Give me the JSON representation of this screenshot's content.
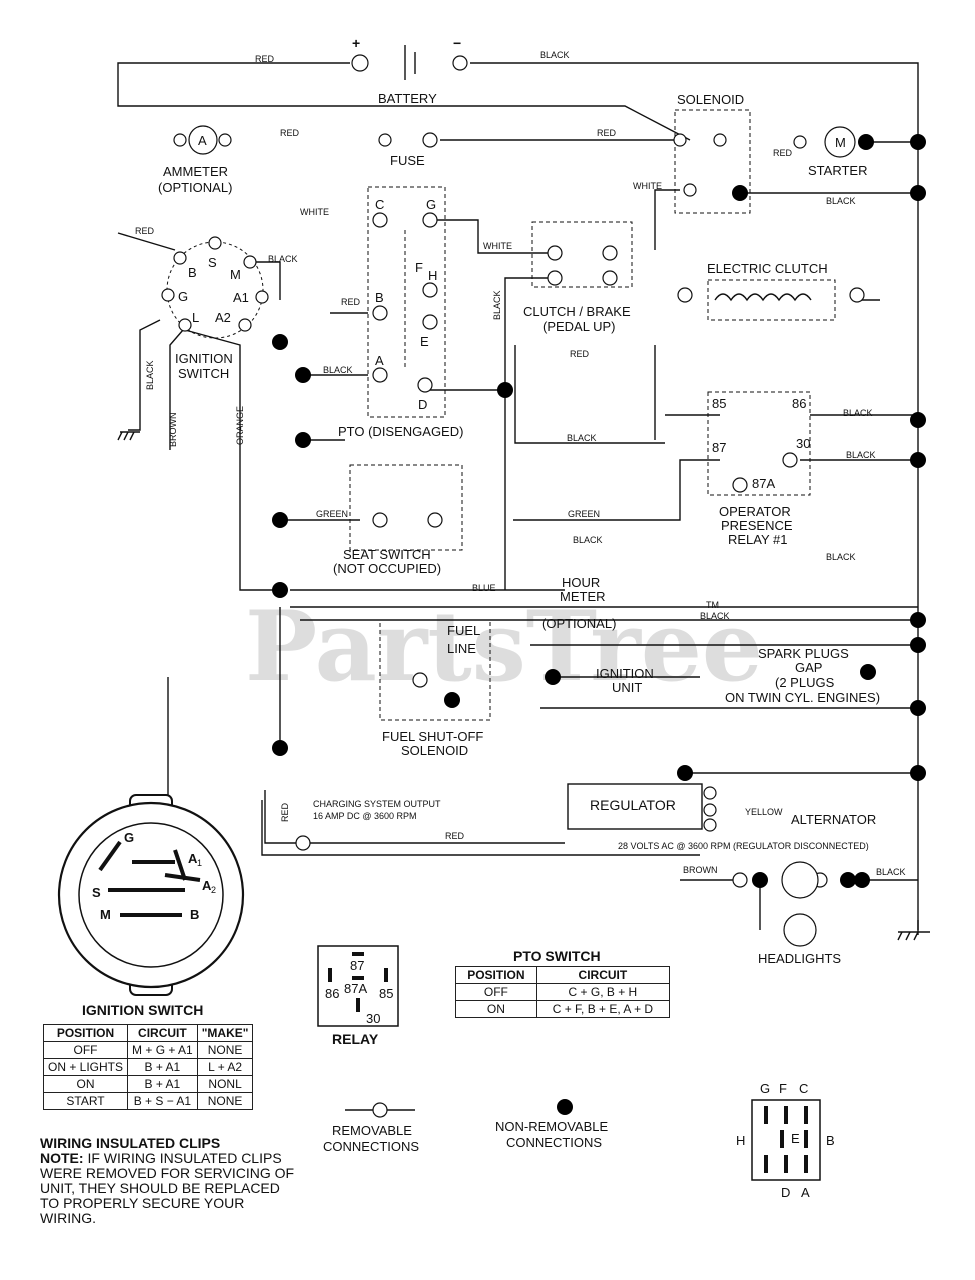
{
  "watermark": "PartsTree",
  "watermark_tm": "TM",
  "components": {
    "battery": "BATTERY",
    "plus": "+",
    "minus": "−",
    "solenoid": "SOLENOID",
    "ammeter": "AMMETER",
    "ammeter_opt": "(OPTIONAL)",
    "ammeter_letter": "A",
    "fuse": "FUSE",
    "starter": "STARTER",
    "starter_letter": "M",
    "ignition_switch": "IGNITION",
    "ignition_switch2": "SWITCH",
    "clutch_brake": "CLUTCH / BRAKE",
    "clutch_brake2": "(PEDAL UP)",
    "electric_clutch": "ELECTRIC CLUTCH",
    "pto": "PTO (DISENGAGED)",
    "seat_switch": "SEAT SWITCH",
    "seat_switch2": "(NOT OCCUPIED)",
    "operator_relay": "OPERATOR",
    "operator_relay2": "PRESENCE",
    "operator_relay3": "RELAY #1",
    "hour_meter": "HOUR",
    "hour_meter2": "METER",
    "hour_meter3": "(OPTIONAL)",
    "fuel_line": "FUEL",
    "fuel_line2": "LINE",
    "ignition_unit": "IGNITION",
    "ignition_unit2": "UNIT",
    "spark_plugs": "SPARK PLUGS",
    "spark_plugs2": "GAP",
    "spark_plugs3": "(2 PLUGS",
    "spark_plugs4": "ON TWIN CYL. ENGINES)",
    "fuel_solenoid": "FUEL SHUT-OFF",
    "fuel_solenoid2": "SOLENOID",
    "regulator": "REGULATOR",
    "alternator": "ALTERNATOR",
    "alt_spec": "28 VOLTS AC @ 3600 RPM (REGULATOR DISCONNECTED)",
    "charging": "CHARGING SYSTEM OUTPUT",
    "charging2": "16 AMP DC @ 3600 RPM",
    "headlights": "HEADLIGHTS",
    "relay": "RELAY"
  },
  "wire_colors": {
    "red": "RED",
    "black": "BLACK",
    "white": "WHITE",
    "green": "GREEN",
    "blue": "BLUE",
    "brown": "BROWN",
    "orange": "ORANGE",
    "yellow": "YELLOW"
  },
  "pins": {
    "ign": [
      "B",
      "S",
      "M",
      "G",
      "A1",
      "L",
      "A2"
    ],
    "pto": [
      "C",
      "G",
      "F",
      "H",
      "B",
      "E",
      "A",
      "D"
    ],
    "relay": [
      "85",
      "86",
      "87",
      "30",
      "87A"
    ]
  },
  "ignition_table": {
    "title": "IGNITION SWITCH",
    "headers": [
      "POSITION",
      "CIRCUIT",
      "\"MAKE\""
    ],
    "rows": [
      [
        "OFF",
        "M + G + A1",
        "NONE"
      ],
      [
        "ON + LIGHTS",
        "B + A1",
        "L + A2"
      ],
      [
        "ON",
        "B + A1",
        "NONL"
      ],
      [
        "START",
        "B + S − A1",
        "NONE"
      ]
    ]
  },
  "pto_table": {
    "title": "PTO SWITCH",
    "headers": [
      "POSITION",
      "CIRCUIT"
    ],
    "rows": [
      [
        "OFF",
        "C + G, B + H"
      ],
      [
        "ON",
        "C + F, B + E, A + D"
      ]
    ]
  },
  "relay_box": {
    "p87": "87",
    "p87a": "87A",
    "p86": "86",
    "p85": "85",
    "p30": "30"
  },
  "legend": {
    "removable": "REMOVABLE",
    "removable2": "CONNECTIONS",
    "nonremovable": "NON-REMOVABLE",
    "nonremovable2": "CONNECTIONS"
  },
  "pto_face": {
    "g": "G",
    "f": "F",
    "c": "C",
    "h": "H",
    "e": "E",
    "b": "B",
    "d": "D",
    "a": "A"
  },
  "ign_face": {
    "g": "G",
    "a1": "A",
    "a1sub": "1",
    "a2": "A",
    "a2sub": "2",
    "s": "S",
    "m": "M",
    "b": "B"
  },
  "note": {
    "title": "WIRING INSULATED CLIPS",
    "label": "NOTE:",
    "text": "IF WIRING INSULATED CLIPS WERE REMOVED FOR SERVICING OF UNIT, THEY SHOULD BE REPLACED TO PROPERLY SECURE YOUR WIRING."
  }
}
